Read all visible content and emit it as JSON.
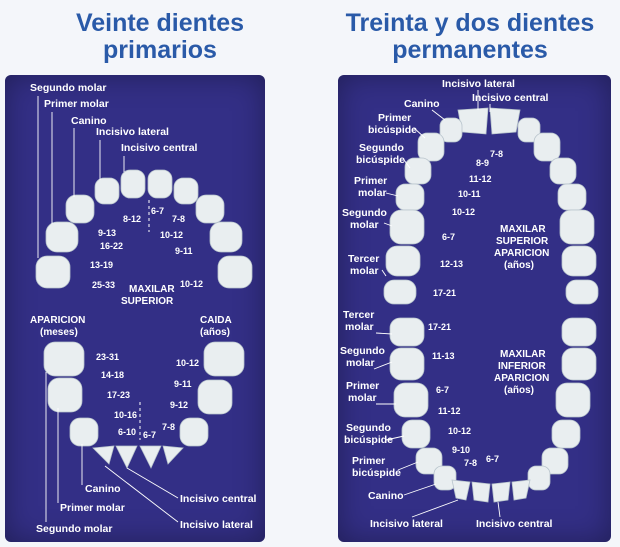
{
  "left": {
    "title_line1": "Veinte dientes",
    "title_line2": "primarios",
    "upper_labels": {
      "segundo_molar": "Segundo molar",
      "primer_molar": "Primer molar",
      "canino": "Canino",
      "incisivo_lateral": "Incisivo lateral",
      "incisivo_central": "Incisivo central"
    },
    "upper_eruption": [
      "25-33",
      "13-19",
      "16-22",
      "9-13",
      "8-12"
    ],
    "upper_shedding": [
      "6-7",
      "7-8",
      "10-12",
      "9-11",
      "10-12"
    ],
    "maxilar_l1": "MAXILAR",
    "maxilar_l2": "SUPERIOR",
    "aparicion_l1": "APARICION",
    "aparicion_l2": "(meses)",
    "caida_l1": "CAIDA",
    "caida_l2": "(años)",
    "lower_eruption": [
      "23-31",
      "14-18",
      "17-23",
      "10-16",
      "6-10"
    ],
    "lower_shedding": [
      "6-7",
      "7-8",
      "9-12",
      "9-11",
      "10-12"
    ],
    "lower_labels": {
      "canino": "Canino",
      "primer_molar": "Primer molar",
      "segundo_molar": "Segundo molar",
      "incisivo_central": "Incisivo central",
      "incisivo_lateral": "Incisivo lateral"
    }
  },
  "right": {
    "title_line1": "Treinta y dos dientes",
    "title_line2": "permanentes",
    "upper_labels": {
      "incisivo_lateral": "Incisivo lateral",
      "incisivo_central": "Incisivo central",
      "canino": "Canino",
      "primer_bicuspide_l1": "Primer",
      "primer_bicuspide_l2": "bicúspide",
      "segundo_bicuspide_l1": "Segundo",
      "segundo_bicuspide_l2": "bicúspide",
      "primer_molar_l1": "Primer",
      "primer_molar_l2": "molar",
      "segundo_molar_l1": "Segundo",
      "segundo_molar_l2": "molar",
      "tercer_molar_l1": "Tercer",
      "tercer_molar_l2": "molar"
    },
    "upper_eruption": [
      "7-8",
      "8-9",
      "11-12",
      "10-11",
      "10-12",
      "6-7",
      "12-13",
      "17-21"
    ],
    "upper_caption_l1": "MAXILAR",
    "upper_caption_l2": "SUPERIOR",
    "upper_caption_l3": "APARICION",
    "upper_caption_l4": "(años)",
    "lower_labels": {
      "tercer_molar_l1": "Tercer",
      "tercer_molar_l2": "molar",
      "segundo_molar_l1": "Segundo",
      "segundo_molar_l2": "molar",
      "primer_molar_l1": "Primer",
      "primer_molar_l2": "molar",
      "segundo_bicuspide_l1": "Segundo",
      "segundo_bicuspide_l2": "bicúspide",
      "primer_bicuspide_l1": "Primer",
      "primer_bicuspide_l2": "bicúspide",
      "canino": "Canino",
      "incisivo_lateral": "Incisivo lateral",
      "incisivo_central": "Incisivo central"
    },
    "lower_eruption": [
      "17-21",
      "11-13",
      "6-7",
      "11-12",
      "10-12",
      "9-10",
      "7-8",
      "6-7"
    ],
    "lower_caption_l1": "MAXILAR",
    "lower_caption_l2": "INFERIOR",
    "lower_caption_l3": "APARICION",
    "lower_caption_l4": "(años)"
  }
}
